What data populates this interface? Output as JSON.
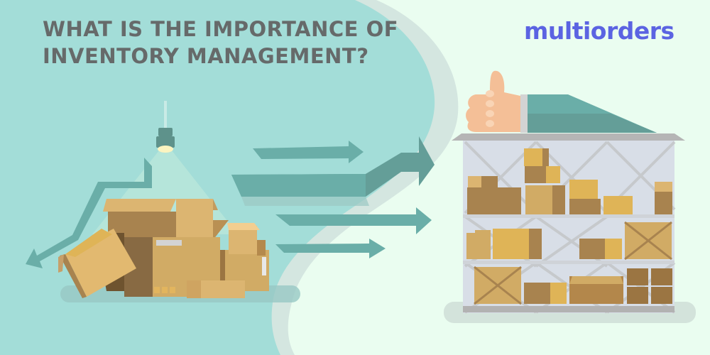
{
  "header": {
    "title_line1": "WHAT IS THE IMPORTANCE OF",
    "title_line2": "INVENTORY MANAGEMENT?"
  },
  "brand": {
    "logo_text": "multiorders",
    "color": "#5b63e2"
  },
  "illustration": {
    "left_scene": "messy-boxes-under-lamp-with-downward-arrow",
    "middle": "four-arrows-pointing-right",
    "right_scene": "organized-warehouse-shelves-with-thumbs-up",
    "colors": {
      "background": "#eafdf0",
      "teal_blob": "#a3ddd8",
      "arrow": "#6aaea8",
      "cardboard_light": "#dcb571",
      "cardboard_dark": "#a8834f",
      "shelf": "#d8dee7",
      "title_text": "#666a6a"
    }
  }
}
